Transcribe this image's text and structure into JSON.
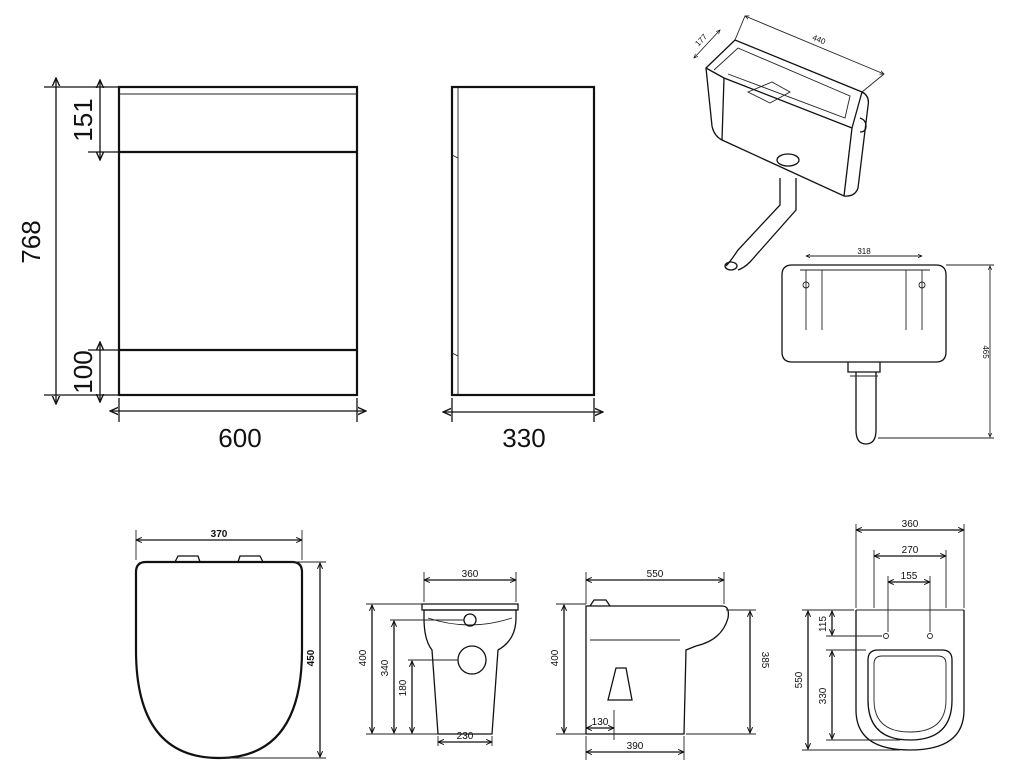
{
  "vanity_unit": {
    "height": "768",
    "top_section": "151",
    "plinth": "100",
    "width": "600",
    "depth": "330"
  },
  "cistern": {
    "depth": "177",
    "width": "440",
    "inner_width": "318",
    "height": "465"
  },
  "seat": {
    "width": "370",
    "length": "450"
  },
  "pan_front": {
    "top_width": "360",
    "height": "400",
    "inlet_height": "340",
    "outlet_height": "180",
    "base_width": "230"
  },
  "pan_side": {
    "length": "550",
    "height": "400",
    "rim_height": "385",
    "outlet_offset": "130",
    "base_length": "390"
  },
  "pan_top": {
    "width": "360",
    "hinge_outer": "270",
    "hinge_inner": "155",
    "length": "550",
    "hinge_offset": "115",
    "bowl_length": "330"
  }
}
